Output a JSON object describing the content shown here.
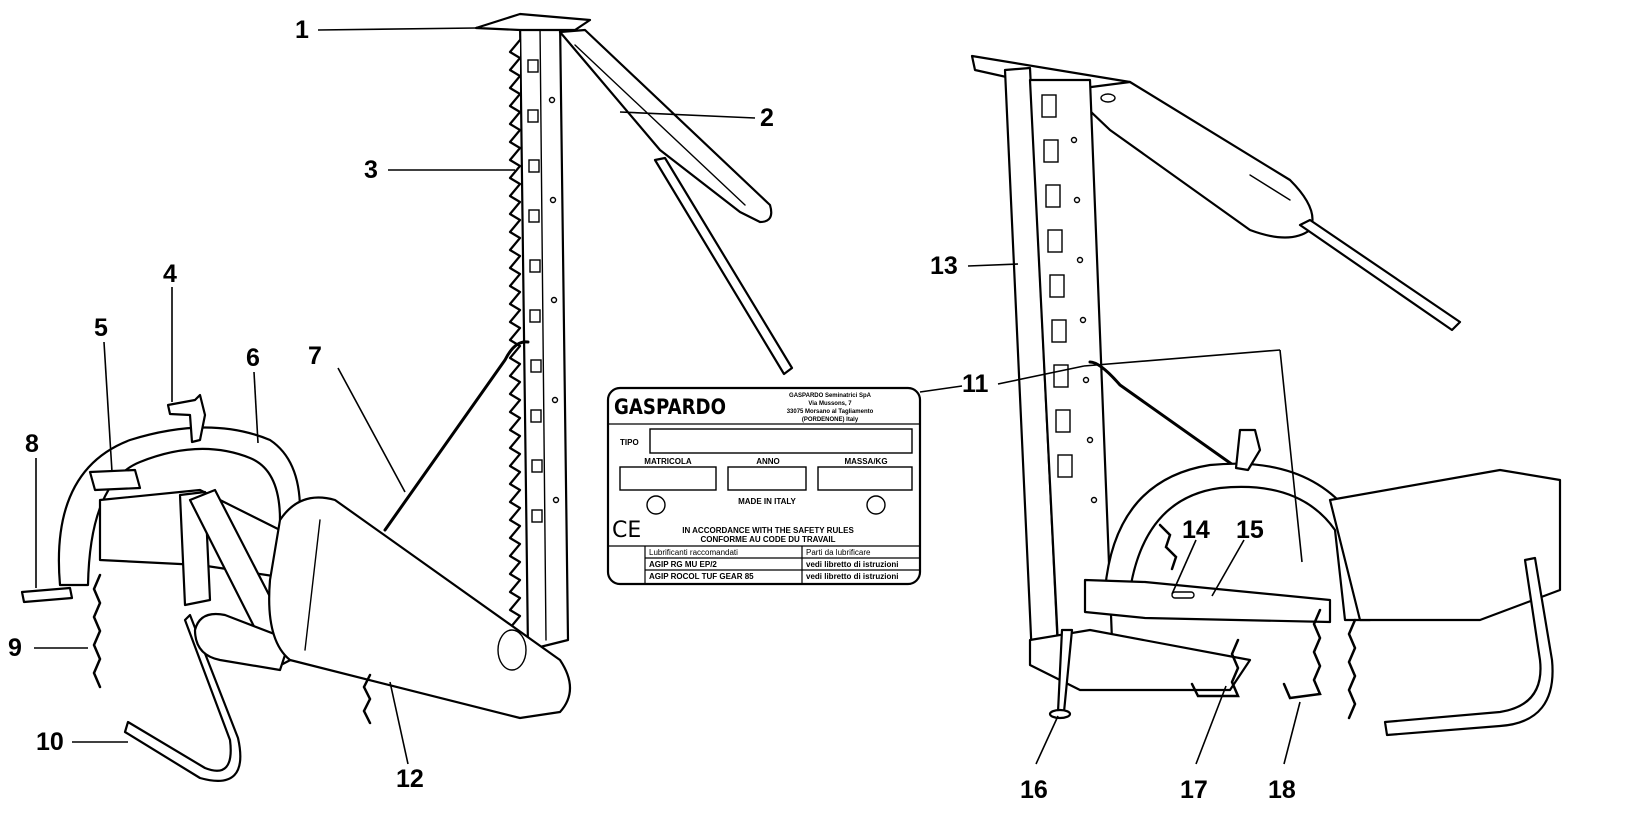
{
  "callouts": {
    "n1": "1",
    "n2": "2",
    "n3": "3",
    "n4": "4",
    "n5": "5",
    "n6": "6",
    "n7": "7",
    "n8": "8",
    "n9": "9",
    "n10": "10",
    "n11": "11",
    "n12": "12",
    "n13": "13",
    "n14": "14",
    "n15": "15",
    "n16": "16",
    "n17": "17",
    "n18": "18"
  },
  "plate": {
    "brand": "GASPARDO",
    "company": "GASPARDO Seminatrici SpA",
    "street": "Via Mussons, 7",
    "city": "33075 Morsano al Tagliamento",
    "province": "(PORDENONE) Italy",
    "tipo": "TIPO",
    "matricola": "MATRICOLA",
    "anno": "ANNO",
    "massa": "MASSA/KG",
    "made_in": "MADE IN ITALY",
    "ce_mark": "CE",
    "safety_en": "IN ACCORDANCE WITH THE SAFETY RULES",
    "safety_fr": "CONFORME AU CODE DU TRAVAIL",
    "lub_header": "Lubrificanti raccomandati",
    "parts_header": "Parti da lubrificare",
    "lub_1": "AGIP RG MU EP/2",
    "lub_1_ref": "vedi libretto di istruzioni",
    "lub_2": "AGIP ROCOL TUF GEAR 85",
    "lub_2_ref": "vedi libretto di istruzioni"
  }
}
